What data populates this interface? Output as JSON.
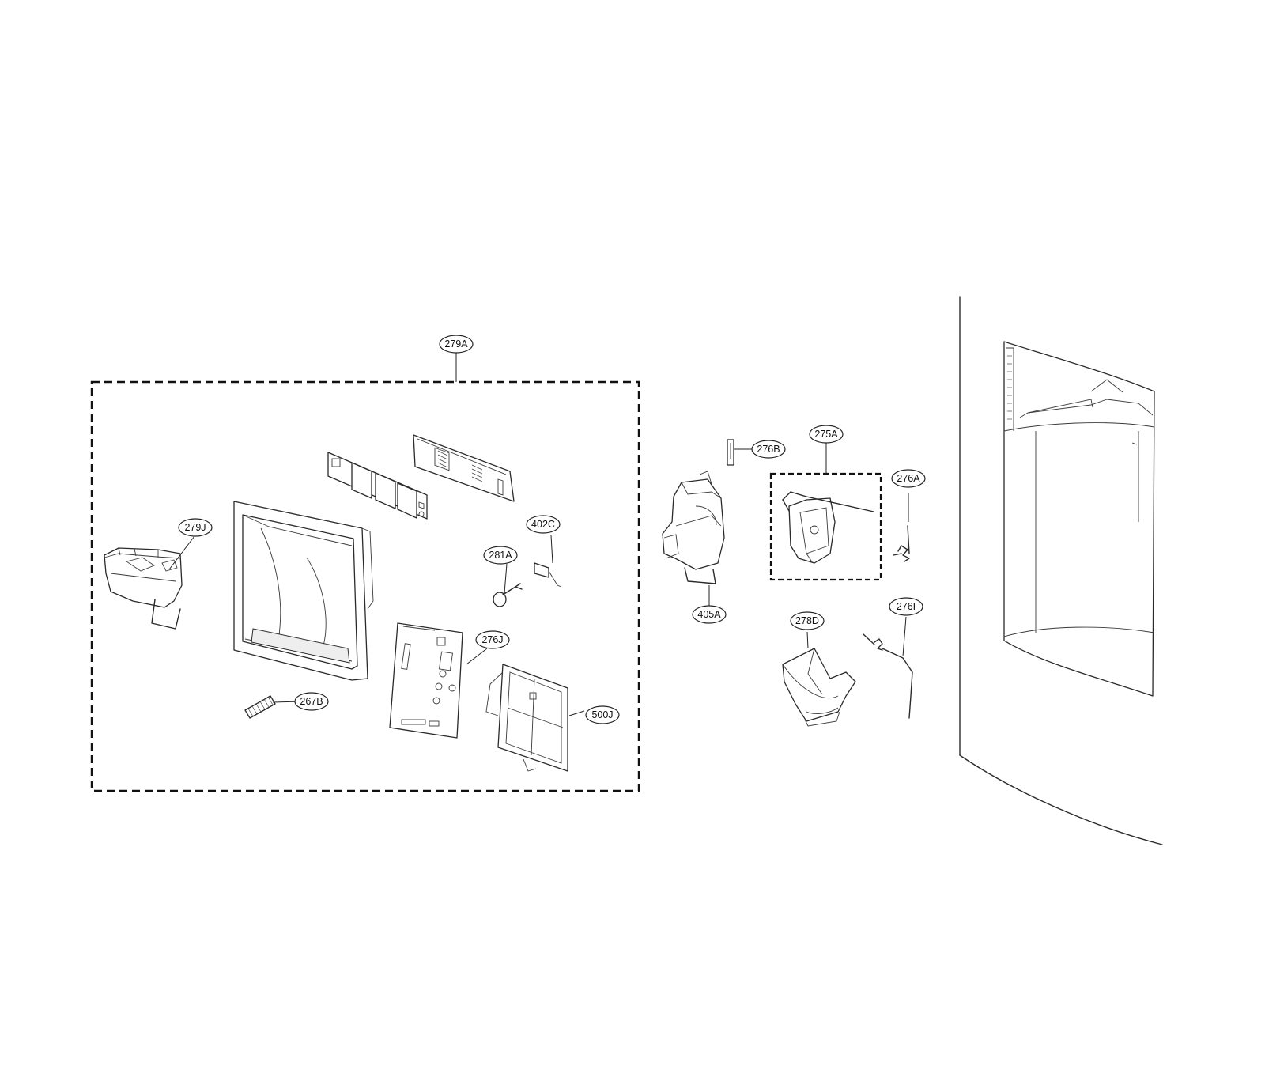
{
  "callouts": {
    "c279A": "279A",
    "c279J": "279J",
    "c281A": "281A",
    "c402C": "402C",
    "c276J": "276J",
    "c267B": "267B",
    "c500J": "500J",
    "c276B": "276B",
    "c275A": "275A",
    "c276A": "276A",
    "c405A": "405A",
    "c278D": "278D",
    "c276I": "276I"
  }
}
